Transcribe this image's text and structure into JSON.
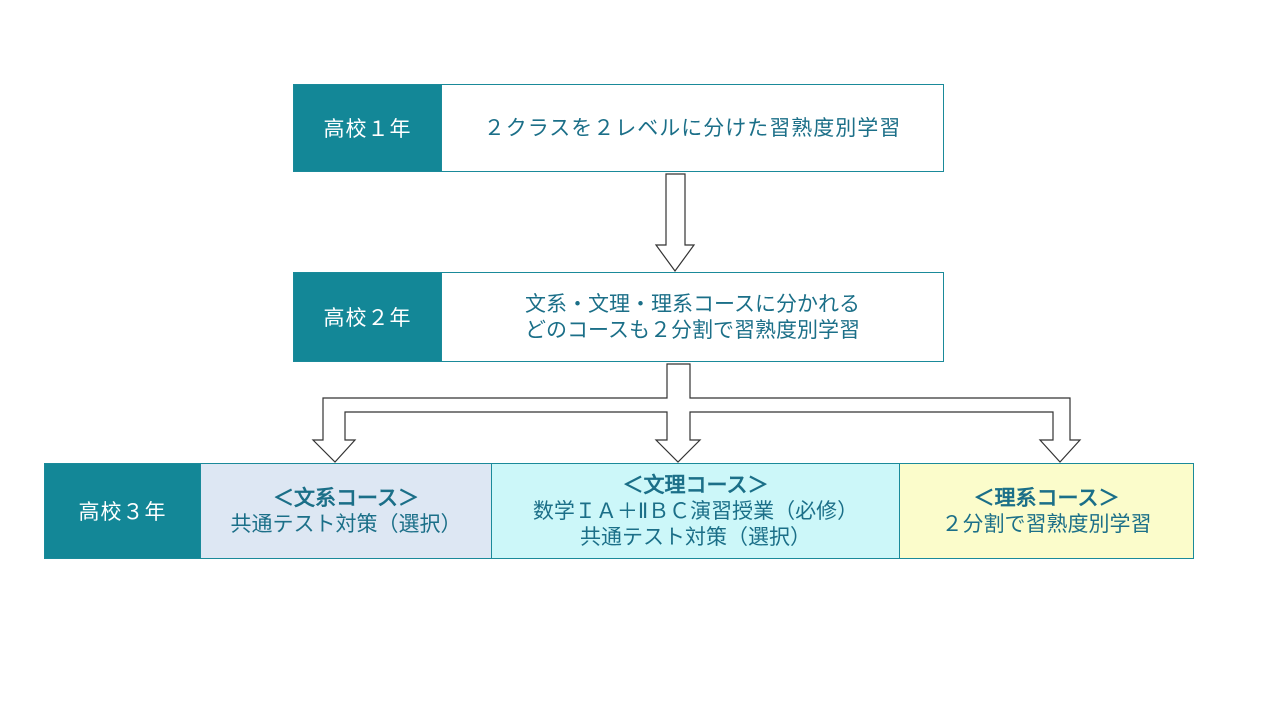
{
  "rows": {
    "year1": {
      "label": "高校１年",
      "text": "２クラスを２レベルに分けた習熟度別学習"
    },
    "year2": {
      "label": "高校２年",
      "line1": "文系・文理・理系コースに分かれる",
      "line2": "どのコースも２分割で習熟度別学習"
    },
    "year3": {
      "label": "高校３年",
      "bunkei": {
        "heading": "＜文系コース＞",
        "line1": "共通テスト対策（選択）"
      },
      "bunri": {
        "heading": "＜文理コース＞",
        "line1": "数学ＩＡ＋ⅡＢＣ演習授業（必修）",
        "line2": "共通テスト対策（選択）"
      },
      "rikei": {
        "heading": "＜理系コース＞",
        "line1": "２分割で習熟度別学習"
      }
    }
  },
  "colors": {
    "label_bg": "#138797",
    "text": "#1b6f88",
    "bunkei_bg": "#dde7f3",
    "bunri_bg": "#ccf7f9",
    "rikei_bg": "#fbfccb"
  }
}
